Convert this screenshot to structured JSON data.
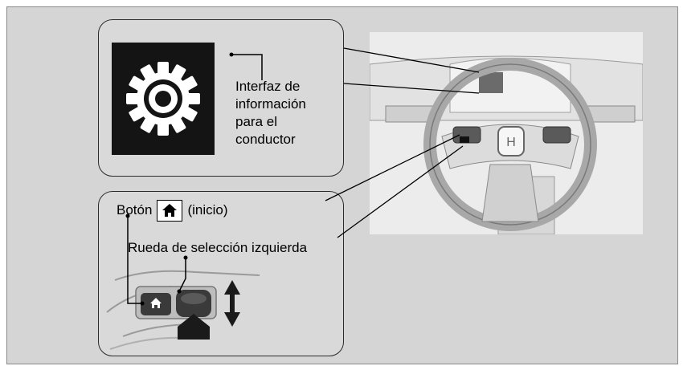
{
  "colors": {
    "panel_bg": "#d5d5d5",
    "callout_bg": "#d9d9d9",
    "icon_box_bg": "#141414",
    "screen_highlight": "#6b6b6b"
  },
  "top_callout": {
    "icon": "gear-icon",
    "label_lines": [
      "Interfaz de",
      "información",
      "para el",
      "conductor"
    ]
  },
  "bottom_callout": {
    "home_button": {
      "prefix": "Botón",
      "icon": "home-icon",
      "suffix": "(inicio)"
    },
    "selector_wheel_label": "Rueda de selección izquierda",
    "arrow_icon": "up-down-arrow-icon"
  },
  "illustration": {
    "subject": "steering-wheel",
    "highlight": "driver-information-interface-screen"
  }
}
